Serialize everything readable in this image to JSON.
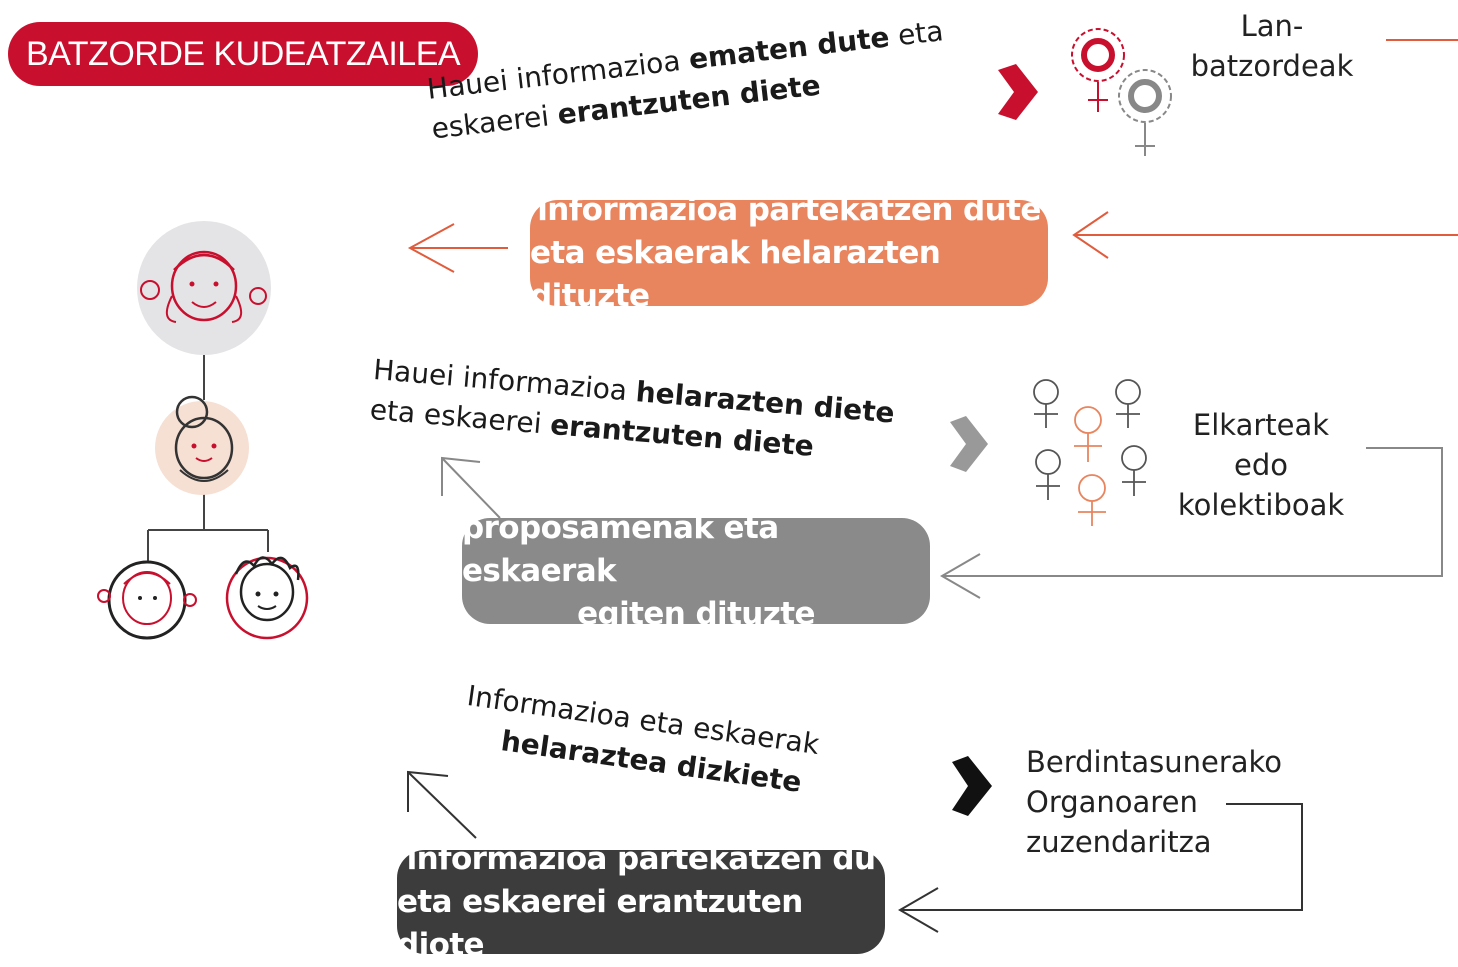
{
  "title": "BATZORDE KUDEATZAILEA",
  "colors": {
    "red": "#c8102e",
    "orange": "#e8855f",
    "gray": "#8a8a8a",
    "dark": "#3c3c3c"
  },
  "groups": {
    "lan": {
      "line1": "Lan-",
      "line2": "batzordeak",
      "icon": "gender-gear-icon"
    },
    "elkarteak": {
      "line1": "Elkarteak",
      "line2": "edo",
      "line3": "kolektiboak",
      "icon": "people-group-icon"
    },
    "berdintasun": {
      "line1": "Berdintasunerako",
      "line2": "Organoaren",
      "line3": "zuzendaritza"
    }
  },
  "flows": {
    "lan_out": {
      "p1": "Hauei informazioa ",
      "b1": "ematen dute",
      "p2": " eta",
      "p3": "eskaerei ",
      "b2": "erantzuten diete"
    },
    "lan_in": {
      "line1": "informazioa partekatzen dute",
      "line2": "eta eskaerak helarazten dituzte"
    },
    "elk_out": {
      "p1": "Hauei informazioa ",
      "b1": "helarazten diete",
      "p2": "eta eskaerei ",
      "b2": "erantzuten diete"
    },
    "elk_in": {
      "line1": "proposamenak eta eskaerak",
      "line2": "egiten dituzte"
    },
    "berd_out": {
      "p1": "Informazioa eta eskaerak",
      "b1": "helaraztea dizkiete"
    },
    "berd_in": {
      "line1": "informazioa partekatzen du",
      "line2": "eta eskaerei erantzuten diote"
    }
  }
}
